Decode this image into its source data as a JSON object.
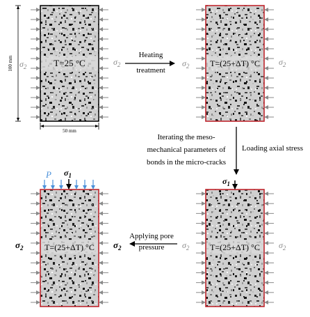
{
  "dimensions": {
    "height_label": "100 mm",
    "width_label": "50 mm"
  },
  "panels": {
    "initial": {
      "temp_label": "T=25 °C",
      "frame_color": "#000000"
    },
    "heated": {
      "temp_label": "T=(25+ΔT) °C",
      "frame_color": "#c0262d"
    },
    "loaded": {
      "temp_label": "T=(25+ΔT) °C",
      "frame_color": "#c0262d"
    },
    "pore": {
      "temp_label": "T=(25+ΔT) °C",
      "frame_color": "#c0262d"
    }
  },
  "stress_labels": {
    "sigma2": "σ2",
    "sigma1": "σ1",
    "pore_pressure": "P"
  },
  "steps": {
    "heating": [
      "Heating",
      "treatment"
    ],
    "iterating": [
      "Iterating the meso-",
      "mechanical parameters of",
      "bonds in the micro-cracks"
    ],
    "loading": "Loading axial stress",
    "pore": [
      "Applying pore",
      "pressure"
    ]
  },
  "colors": {
    "arrow_gray": "#8a8a8a",
    "pore_blue": "#4a90d9",
    "frame_red": "#c0262d",
    "sigma_black": "#000000"
  }
}
